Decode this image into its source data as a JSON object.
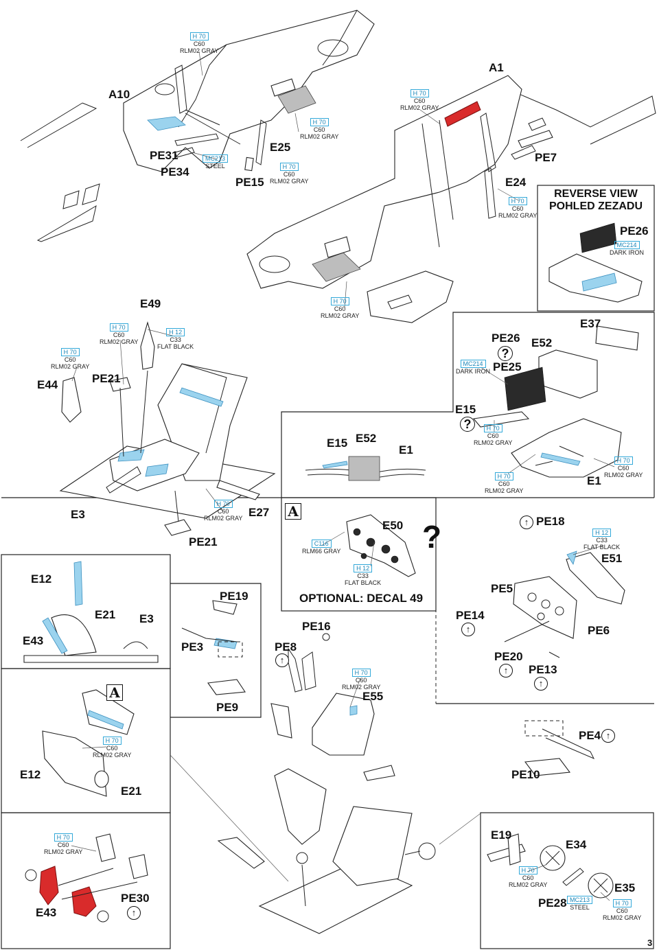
{
  "page_number": "3",
  "headers": {
    "reverse_view_line1": "REVERSE VIEW",
    "reverse_view_line2": "POHLED ZEZADU",
    "optional_decal": "OPTIONAL: DECAL 49"
  },
  "symbols": {
    "inset_marker": "A",
    "question_mark": "?",
    "fold_arrow": "↑"
  },
  "colors": {
    "callout_code": "#31a8d9",
    "accent_blue": "#9bd3ee",
    "part_red": "#d92b2b"
  },
  "paints": {
    "gray": {
      "code1": "H 70",
      "code2": "C60",
      "name": "RLM02 GRAY"
    },
    "steel": {
      "code1": "MC213",
      "name": "STEEL"
    },
    "iron": {
      "code1": "MC214",
      "name": "DARK IRON"
    },
    "black": {
      "code1": "H 12",
      "code2": "C33",
      "name": "FLAT BLACK"
    },
    "rlm66": {
      "code1": "C116",
      "name": "RLM66 GRAY"
    }
  },
  "parts": {
    "A10": "A10",
    "A1": "A1",
    "PE31": "PE31",
    "PE34": "PE34",
    "PE15": "PE15",
    "E25": "E25",
    "PE7": "PE7",
    "E24": "E24",
    "PE26": "PE26",
    "E49": "E49",
    "E44": "E44",
    "PE21": "PE21",
    "E3": "E3",
    "E27": "E27",
    "E52": "E52",
    "E37": "E37",
    "PE25": "PE25",
    "E15": "E15",
    "E1": "E1",
    "E50": "E50",
    "PE18": "PE18",
    "E51": "E51",
    "PE5": "PE5",
    "PE14": "PE14",
    "PE6": "PE6",
    "PE20": "PE20",
    "PE13": "PE13",
    "E12": "E12",
    "E21": "E21",
    "E43": "E43",
    "PE19": "PE19",
    "PE3": "PE3",
    "PE9": "PE9",
    "PE16": "PE16",
    "PE8": "PE8",
    "E55": "E55",
    "PE4": "PE4",
    "PE10": "PE10",
    "PE30": "PE30",
    "E19": "E19",
    "E34": "E34",
    "PE28": "PE28",
    "E35": "E35"
  }
}
